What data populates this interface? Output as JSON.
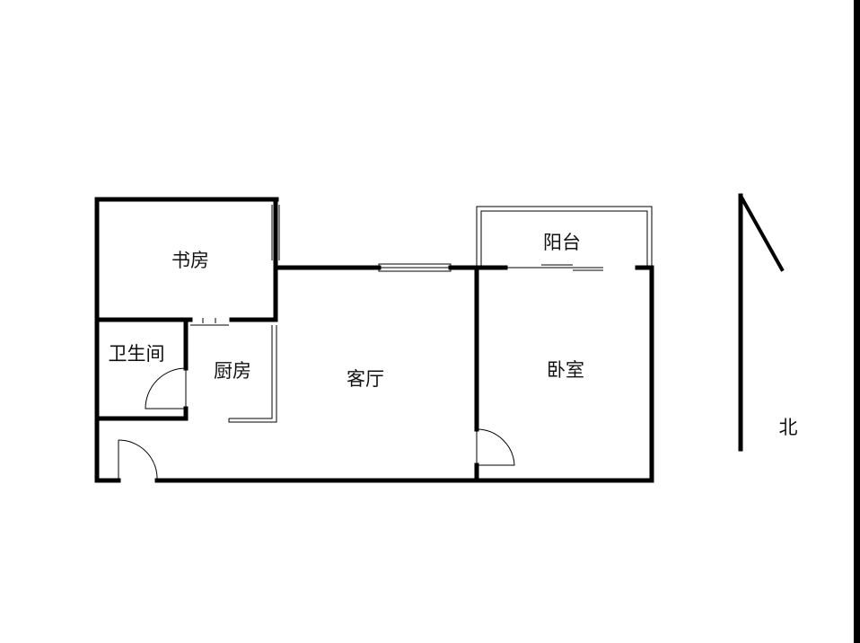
{
  "rooms": {
    "study": "书房",
    "bathroom": "卫生间",
    "kitchen": "厨房",
    "living_room": "客厅",
    "balcony": "阳台",
    "bedroom": "卧室"
  },
  "compass": {
    "label": "北"
  },
  "colors": {
    "wall": "#000000",
    "background": "#ffffff"
  }
}
